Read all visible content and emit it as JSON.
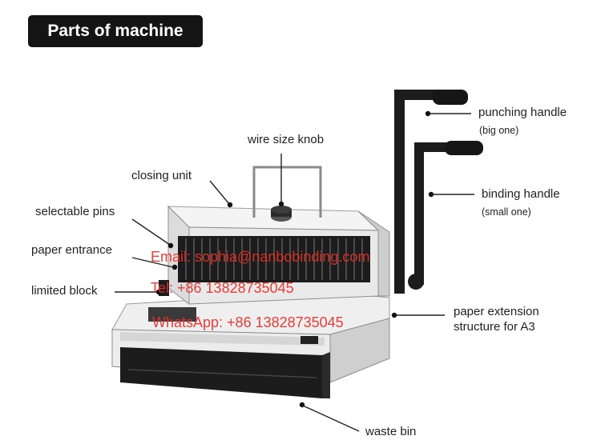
{
  "title": "Parts of machine",
  "labels": {
    "wire_size_knob": "wire size knob",
    "closing_unit": "closing unit",
    "selectable_pins": "selectable pins",
    "paper_entrance": "paper entrance",
    "limited_block": "limited block",
    "punching_handle": "punching handle",
    "punching_handle_note": "(big one)",
    "binding_handle": "binding handle",
    "binding_handle_note": "(small one)",
    "paper_extension_line1": "paper extension",
    "paper_extension_line2": "structure for A3",
    "waste_bin": "waste bin"
  },
  "watermark": {
    "email": "Email: sophia@nanbobinding.com",
    "tel": "Tel: +86 13828735045",
    "whatsapp": "WhatsApp: +86 13828735045"
  },
  "colors": {
    "title_bg": "#141414",
    "watermark": "#e8302a",
    "machine_body": "#e9e9e9",
    "machine_dark": "#1c1c1c"
  }
}
